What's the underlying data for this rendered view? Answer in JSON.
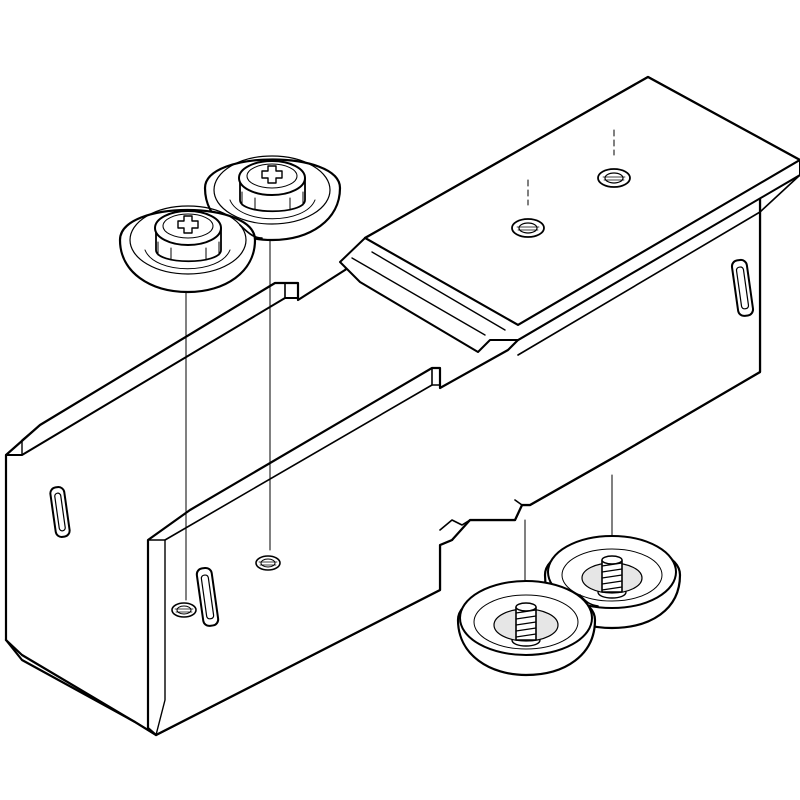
{
  "drawing": {
    "colors": {
      "line": "#000000",
      "fill": "#ffffff",
      "shade": "#e6e6e6",
      "dark": "#9a9a9a"
    },
    "parts": [
      "rail-connector-channel",
      "top-connector-plate",
      "washer-pair-with-screws",
      "washer-pair-with-threaded-studs"
    ],
    "icons": [
      "phillips-cross-icon"
    ]
  }
}
